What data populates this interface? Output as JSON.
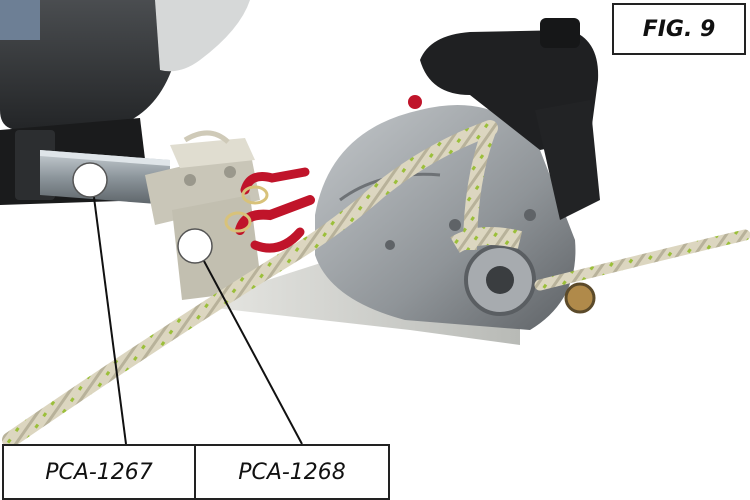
{
  "figure_label": "FIG. 9",
  "callouts": [
    {
      "part_number": "PCA-1267",
      "marker": "white-circle"
    },
    {
      "part_number": "PCA-1268",
      "marker": "white-circle"
    }
  ],
  "colors": {
    "rope": "#d8d2bc",
    "rope_fleck": "#9bbf3a",
    "hook": "#c0142a",
    "winch_body": "#9ea2a6",
    "engine": "#1e1e20",
    "receiver_tube": "#8e969c"
  }
}
